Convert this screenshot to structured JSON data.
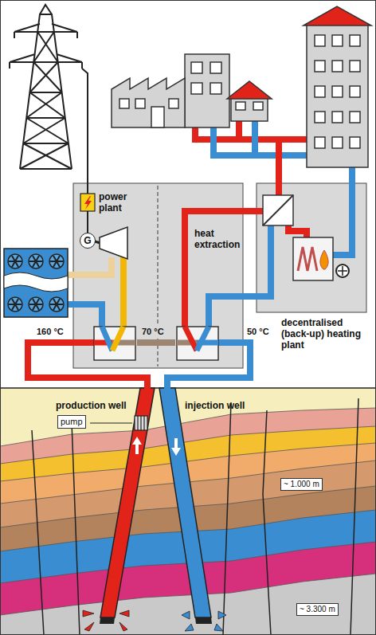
{
  "diagram": {
    "nodes": [
      {
        "text": [
          "power plant"
        ]
      },
      {
        "text": [
          "heat extraction"
        ]
      },
      {
        "text": [
          "G"
        ],
        "in": 0
      },
      {
        "text": [
          "decentralised (back-up) heating plant"
        ]
      },
      {
        "text": [
          "production well"
        ]
      },
      {
        "text": [
          "pump"
        ],
        "in": 4
      },
      {
        "text": [
          "injection well"
        ]
      },
      {
        "text": [
          "~ 1.000 m"
        ]
      },
      {
        "text": [
          "~ 3.300 m"
        ]
      }
    ],
    "edges": [
      {
        "from": 4,
        "to": 0,
        "label": "160 °C",
        "arrow": "none"
      },
      {
        "from": 0,
        "to": 1,
        "label": "70 °C",
        "arrow": "none"
      },
      {
        "from": 1,
        "to": 6,
        "label": "50 °C",
        "arrow": "none"
      },
      {
        "from": 1,
        "to": 3,
        "arrow": "none"
      }
    ]
  }
}
